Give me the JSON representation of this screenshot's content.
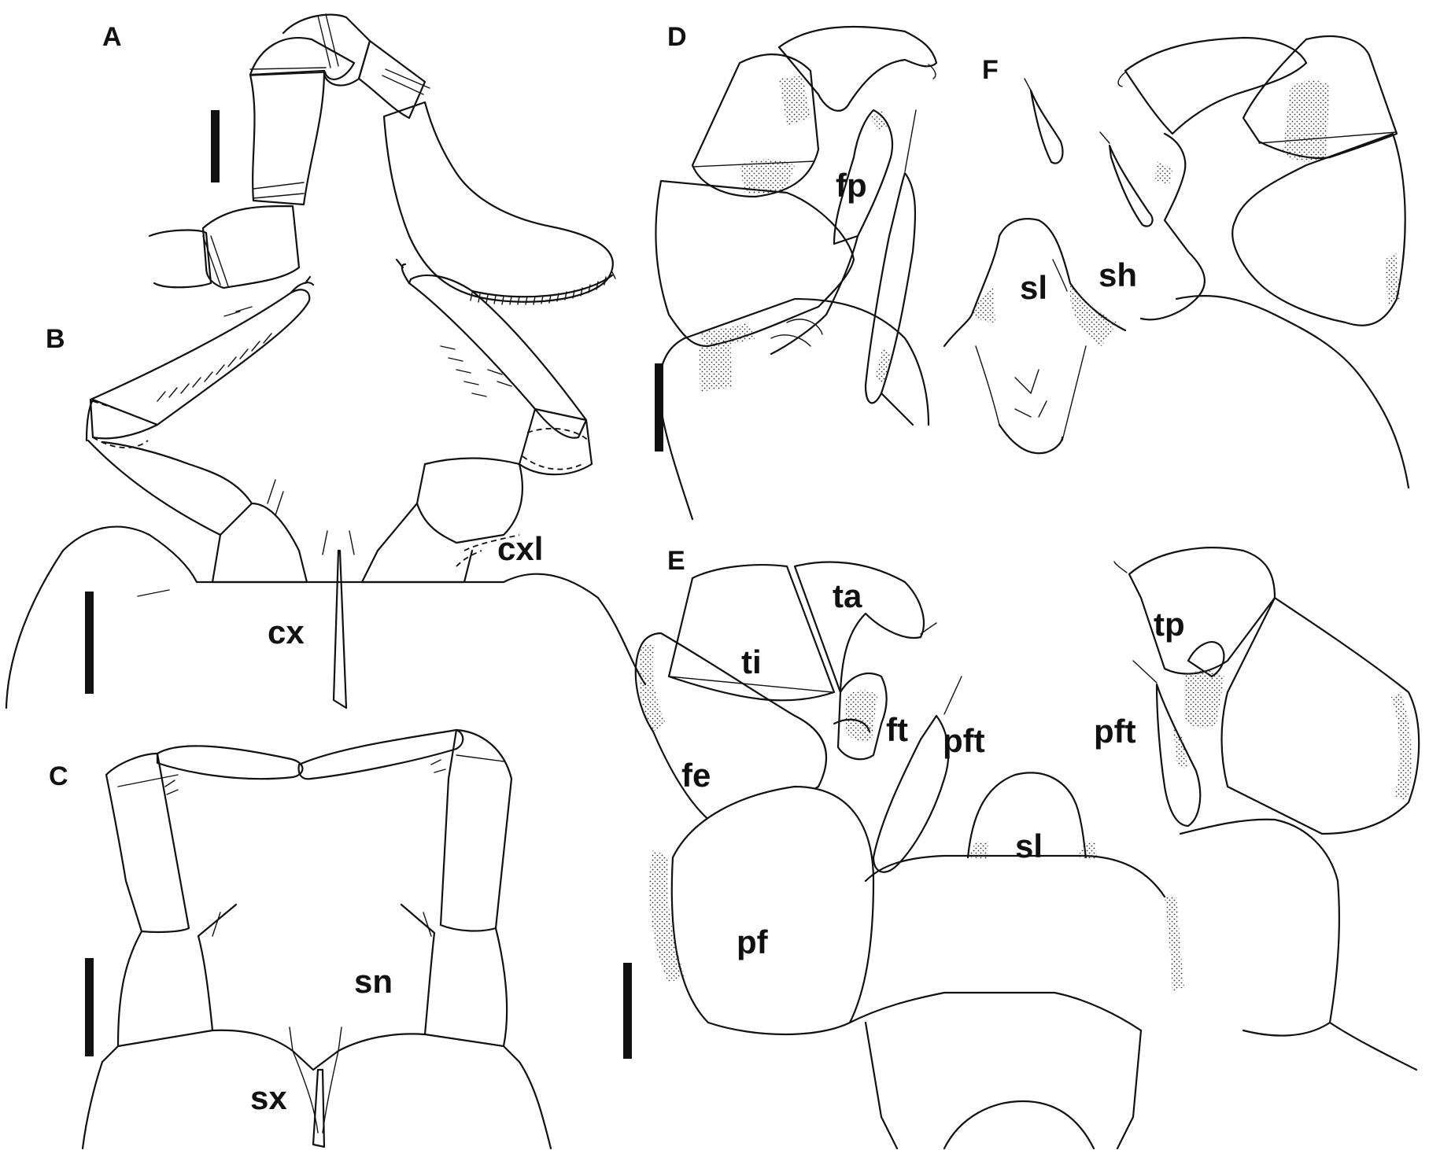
{
  "panels": {
    "A": {
      "letter": "A"
    },
    "B": {
      "letter": "B",
      "labels": {
        "cx": "cx",
        "cxl": "cxl"
      }
    },
    "C": {
      "letter": "C",
      "labels": {
        "sn": "sn",
        "sx": "sx"
      }
    },
    "D": {
      "letter": "D",
      "labels": {
        "fp": "fp"
      }
    },
    "E": {
      "letter": "E",
      "labels": {
        "ta": "ta",
        "ti": "ti",
        "ft": "ft",
        "pft_left": "pft",
        "fe": "fe",
        "pf": "pf",
        "sl": "sl",
        "tp": "tp",
        "pft_right": "pft"
      }
    },
    "F": {
      "letter": "F",
      "labels": {
        "sl": "sl",
        "sh": "sh"
      }
    }
  },
  "stipple_color": "#333333",
  "line_color": "#111111"
}
